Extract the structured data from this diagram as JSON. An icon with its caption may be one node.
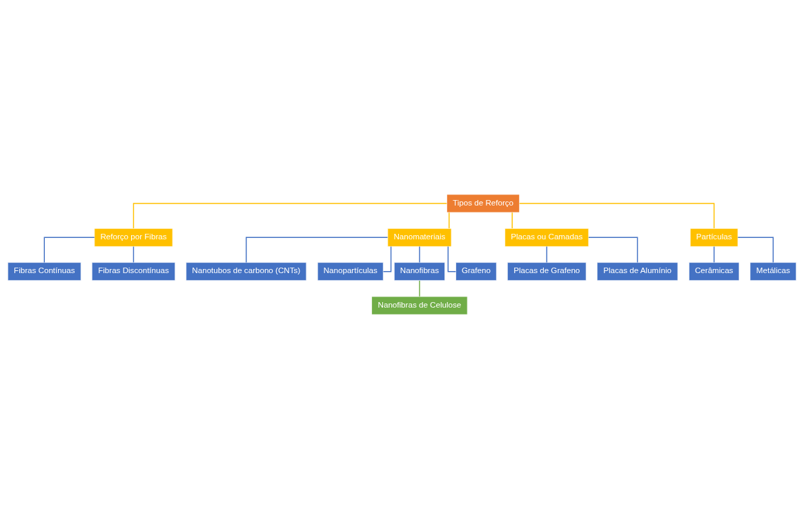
{
  "diagram": {
    "nodes": [
      {
        "text": [
          "Tipos de Reforço"
        ]
      },
      {
        "text": [
          "Reforço por Fibras"
        ]
      },
      {
        "text": [
          "Nanomateriais"
        ]
      },
      {
        "text": [
          "Fibras Contínuas"
        ]
      },
      {
        "text": [
          "Fibras Discontínuas"
        ]
      },
      {
        "text": [
          "Nanotubos de carbono (CNTs)"
        ]
      },
      {
        "text": [
          "Nanopartículas"
        ]
      },
      {
        "text": [
          "Nanofibras"
        ]
      },
      {
        "text": [
          "Grafeno"
        ]
      },
      {
        "text": [
          "Nanofibras de Celulose"
        ]
      },
      {
        "text": [
          "Placas ou Camadas"
        ]
      },
      {
        "text": [
          "Partículas"
        ]
      },
      {
        "text": [
          "Placas de Grafeno"
        ]
      },
      {
        "text": [
          "Placas de Alumínio"
        ]
      },
      {
        "text": [
          "Cerâmicas"
        ]
      },
      {
        "text": [
          "Metálicas"
        ]
      }
    ],
    "edges": [
      {
        "from": 0,
        "to": 1,
        "arrow": "none",
        "color": "#ffc000"
      },
      {
        "from": 0,
        "to": 2,
        "arrow": "none",
        "color": "#ffc000"
      },
      {
        "from": 1,
        "to": 3,
        "arrow": "none"
      },
      {
        "from": 1,
        "to": 4,
        "arrow": "none"
      },
      {
        "from": 2,
        "to": 5,
        "arrow": "none"
      },
      {
        "from": 2,
        "to": 6,
        "arrow": "none"
      },
      {
        "from": 2,
        "to": 7,
        "arrow": "none"
      },
      {
        "from": 2,
        "to": 8,
        "arrow": "none"
      },
      {
        "from": 7,
        "to": 9,
        "arrow": "none",
        "color": "#70ad47"
      },
      {
        "from": 0,
        "to": 10,
        "arrow": "none",
        "color": "#ffc000"
      },
      {
        "from": 0,
        "to": 11,
        "arrow": "none",
        "color": "#ffc000"
      },
      {
        "from": 10,
        "to": 12,
        "arrow": "none"
      },
      {
        "from": 10,
        "to": 13,
        "arrow": "none"
      },
      {
        "from": 11,
        "to": 14,
        "arrow": "none"
      },
      {
        "from": 11,
        "to": 15,
        "arrow": "none"
      }
    ]
  }
}
